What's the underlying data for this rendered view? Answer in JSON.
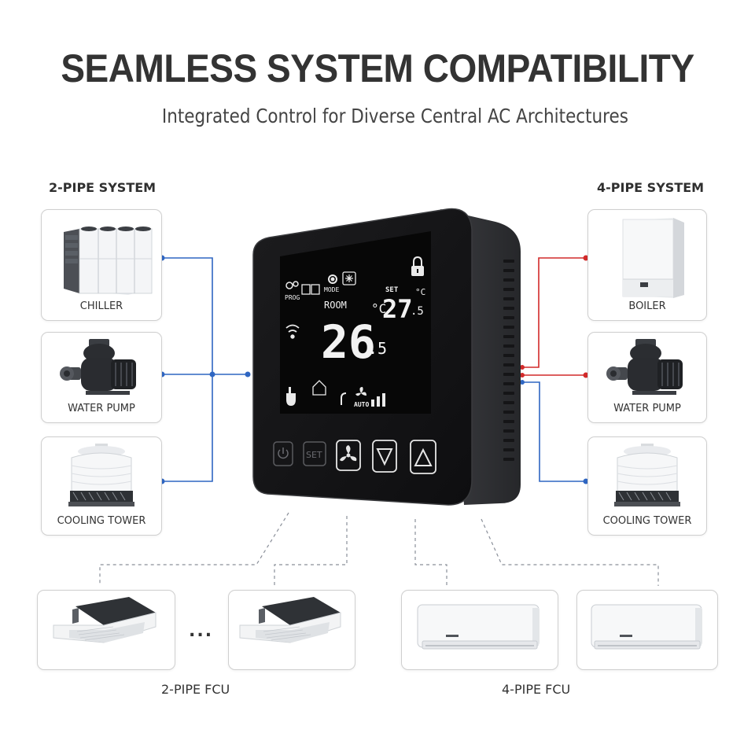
{
  "header": {
    "title": "SEAMLESS  SYSTEM COMPATIBILITY",
    "subtitle": "Integrated Control for Diverse Central AC Architectures"
  },
  "left_system": {
    "title": "2-PIPE SYSTEM",
    "items": [
      {
        "label": "CHILLER",
        "icon": "chiller-icon"
      },
      {
        "label": "WATER PUMP",
        "icon": "water-pump-icon"
      },
      {
        "label": "COOLING TOWER",
        "icon": "cooling-tower-icon"
      }
    ]
  },
  "right_system": {
    "title": "4-PIPE SYSTEM",
    "items": [
      {
        "label": "BOILER",
        "icon": "boiler-icon"
      },
      {
        "label": "WATER PUMP",
        "icon": "water-pump-icon"
      },
      {
        "label": "COOLING TOWER",
        "icon": "cooling-tower-icon"
      }
    ]
  },
  "thermostat": {
    "prog_label": "PROG",
    "mode_label": "MODE",
    "set_label": "SET",
    "set_temp": "27",
    "set_temp_decimal": ".5",
    "set_unit": "°C",
    "room_label": "ROOM",
    "room_unit": "°C",
    "room_temp": "26",
    "room_temp_decimal": ".5",
    "fan_mode": "AUTO",
    "buttons": {
      "power": "power-icon",
      "set": "SET",
      "fan": "fan-icon",
      "down": "arrow-down-icon",
      "up": "arrow-up-icon"
    }
  },
  "bottom": {
    "ellipsis": "...",
    "two_pipe_label": "2-PIPE FCU",
    "four_pipe_label": "4-PIPE FCU"
  },
  "colors": {
    "cold_pipe": "#2f66c2",
    "hot_pipe": "#d22a2a",
    "dashed_line": "#8a8f99",
    "device_body": "#2a2a2c",
    "lcd_background": "#0b0b0b"
  }
}
